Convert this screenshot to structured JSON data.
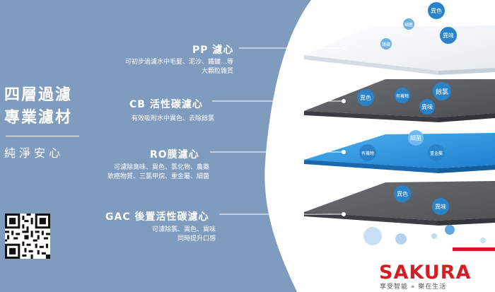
{
  "headline": [
    "四層過濾",
    "專業濾材"
  ],
  "subline": "純淨安心",
  "filters": [
    {
      "title": "PP 濾心",
      "desc": [
        "可初步過濾水中毛髮、泥沙、鐵鏽…等",
        "大顆粒雜質"
      ]
    },
    {
      "title": "CB 活性碳濾心",
      "desc": [
        "有效吸附水中異色、去除餘氯"
      ]
    },
    {
      "title": "RO膜濾心",
      "desc": [
        "可濾除臭味、異色、氯化物、農藥",
        "致癌物質、三氯甲烷、重金屬、細菌"
      ]
    },
    {
      "title": "GAC 後置活性碳濾心",
      "desc": [
        "可濾除氯、異色、異味",
        "同時提升口感"
      ]
    }
  ],
  "layer_labels": {
    "pp": [
      "異色",
      "細菌",
      "異味",
      "鐵鏽"
    ],
    "cb": [
      "異色",
      "有機物",
      "餘氯",
      "異味"
    ],
    "ro": [
      "細菌",
      "有機物",
      "重金屬"
    ],
    "gac": [
      "異色",
      "異味"
    ]
  },
  "brand": {
    "name": "SAKURA",
    "tagline": "享受智能 » 樂在生活",
    "color": "#d51e23"
  },
  "colors": {
    "panel": "#7f9bbd",
    "accent_blue": "#1f8ad6"
  },
  "icons": [
    "qr-code-icon"
  ]
}
